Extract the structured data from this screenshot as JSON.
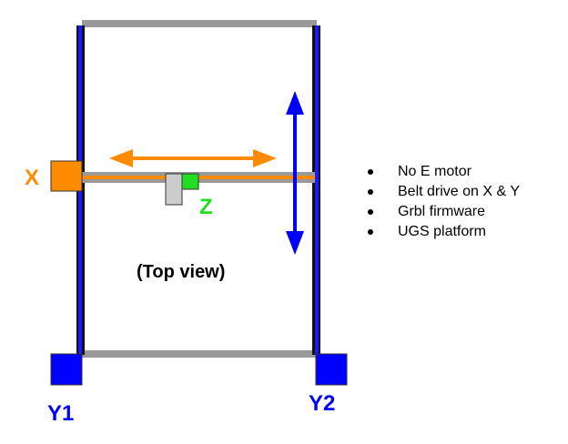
{
  "diagram": {
    "labels": {
      "x_motor": "X",
      "z_motor": "Z",
      "y1_motor": "Y1",
      "y2_motor": "Y2",
      "view": "(Top view)"
    },
    "colors": {
      "x_axis": "#ff8c00",
      "y_axis": "#0000ff",
      "z_axis": "#00dd00",
      "rail": "#999999",
      "frame_dark": "#111111",
      "carriage": "#cccccc"
    }
  },
  "notes": [
    "No E motor",
    "Belt drive on X & Y",
    "Grbl firmware",
    "UGS platform"
  ]
}
